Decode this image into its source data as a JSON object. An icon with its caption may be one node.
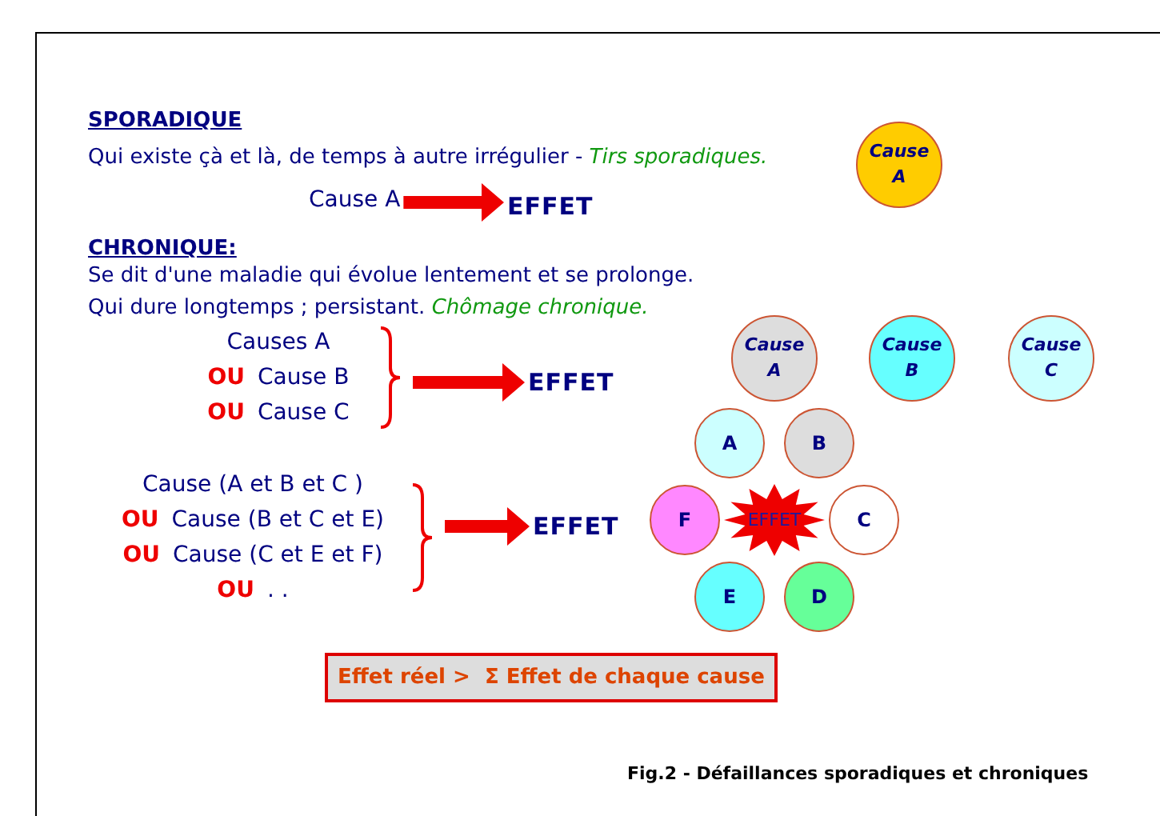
{
  "diagram": {
    "caption": "Fig.2 - Défaillances sporadiques et chroniques",
    "nodes": [
      {
        "text": [
          "Cause A"
        ]
      },
      {
        "text": [
          "EFFET"
        ]
      },
      {
        "text": [
          "Causes A",
          "OU",
          "Cause B",
          "OU",
          "Cause C"
        ]
      },
      {
        "text": [
          "EFFET"
        ]
      },
      {
        "text": [
          "Cause (A et B et C )",
          "OU",
          "Cause (B et C et E)",
          "OU",
          "Cause (C et E et F)",
          "OU",
          ". ."
        ]
      },
      {
        "text": [
          "EFFET"
        ]
      },
      {
        "text": [
          "Cause A"
        ]
      },
      {
        "text": [
          "Cause A"
        ]
      },
      {
        "text": [
          "Cause B"
        ]
      },
      {
        "text": [
          "Cause C"
        ]
      },
      {
        "text": [
          "A"
        ]
      },
      {
        "text": [
          "B"
        ]
      },
      {
        "text": [
          "C"
        ]
      },
      {
        "text": [
          "F"
        ]
      },
      {
        "text": [
          "EFFET"
        ]
      },
      {
        "text": [
          "D"
        ]
      },
      {
        "text": [
          "E"
        ]
      },
      {
        "text": [
          "Effet réel >  Σ Effet de chaque cause"
        ]
      }
    ],
    "edges": [
      {
        "from": 0,
        "to": 1,
        "arrow": "to"
      },
      {
        "from": 2,
        "to": 3,
        "arrow": "to"
      },
      {
        "from": 4,
        "to": 5,
        "arrow": "to"
      }
    ],
    "labels": [
      "SPORADIQUE",
      "Qui existe çà et là, de temps à autre irrégulier - *Tirs sporadiques.*",
      "CHRONIQUE:",
      "Se dit d'une maladie qui évolue lentement et se prolonge. Qui dure longtemps ; persistant. *Chômage chronique.*"
    ]
  }
}
